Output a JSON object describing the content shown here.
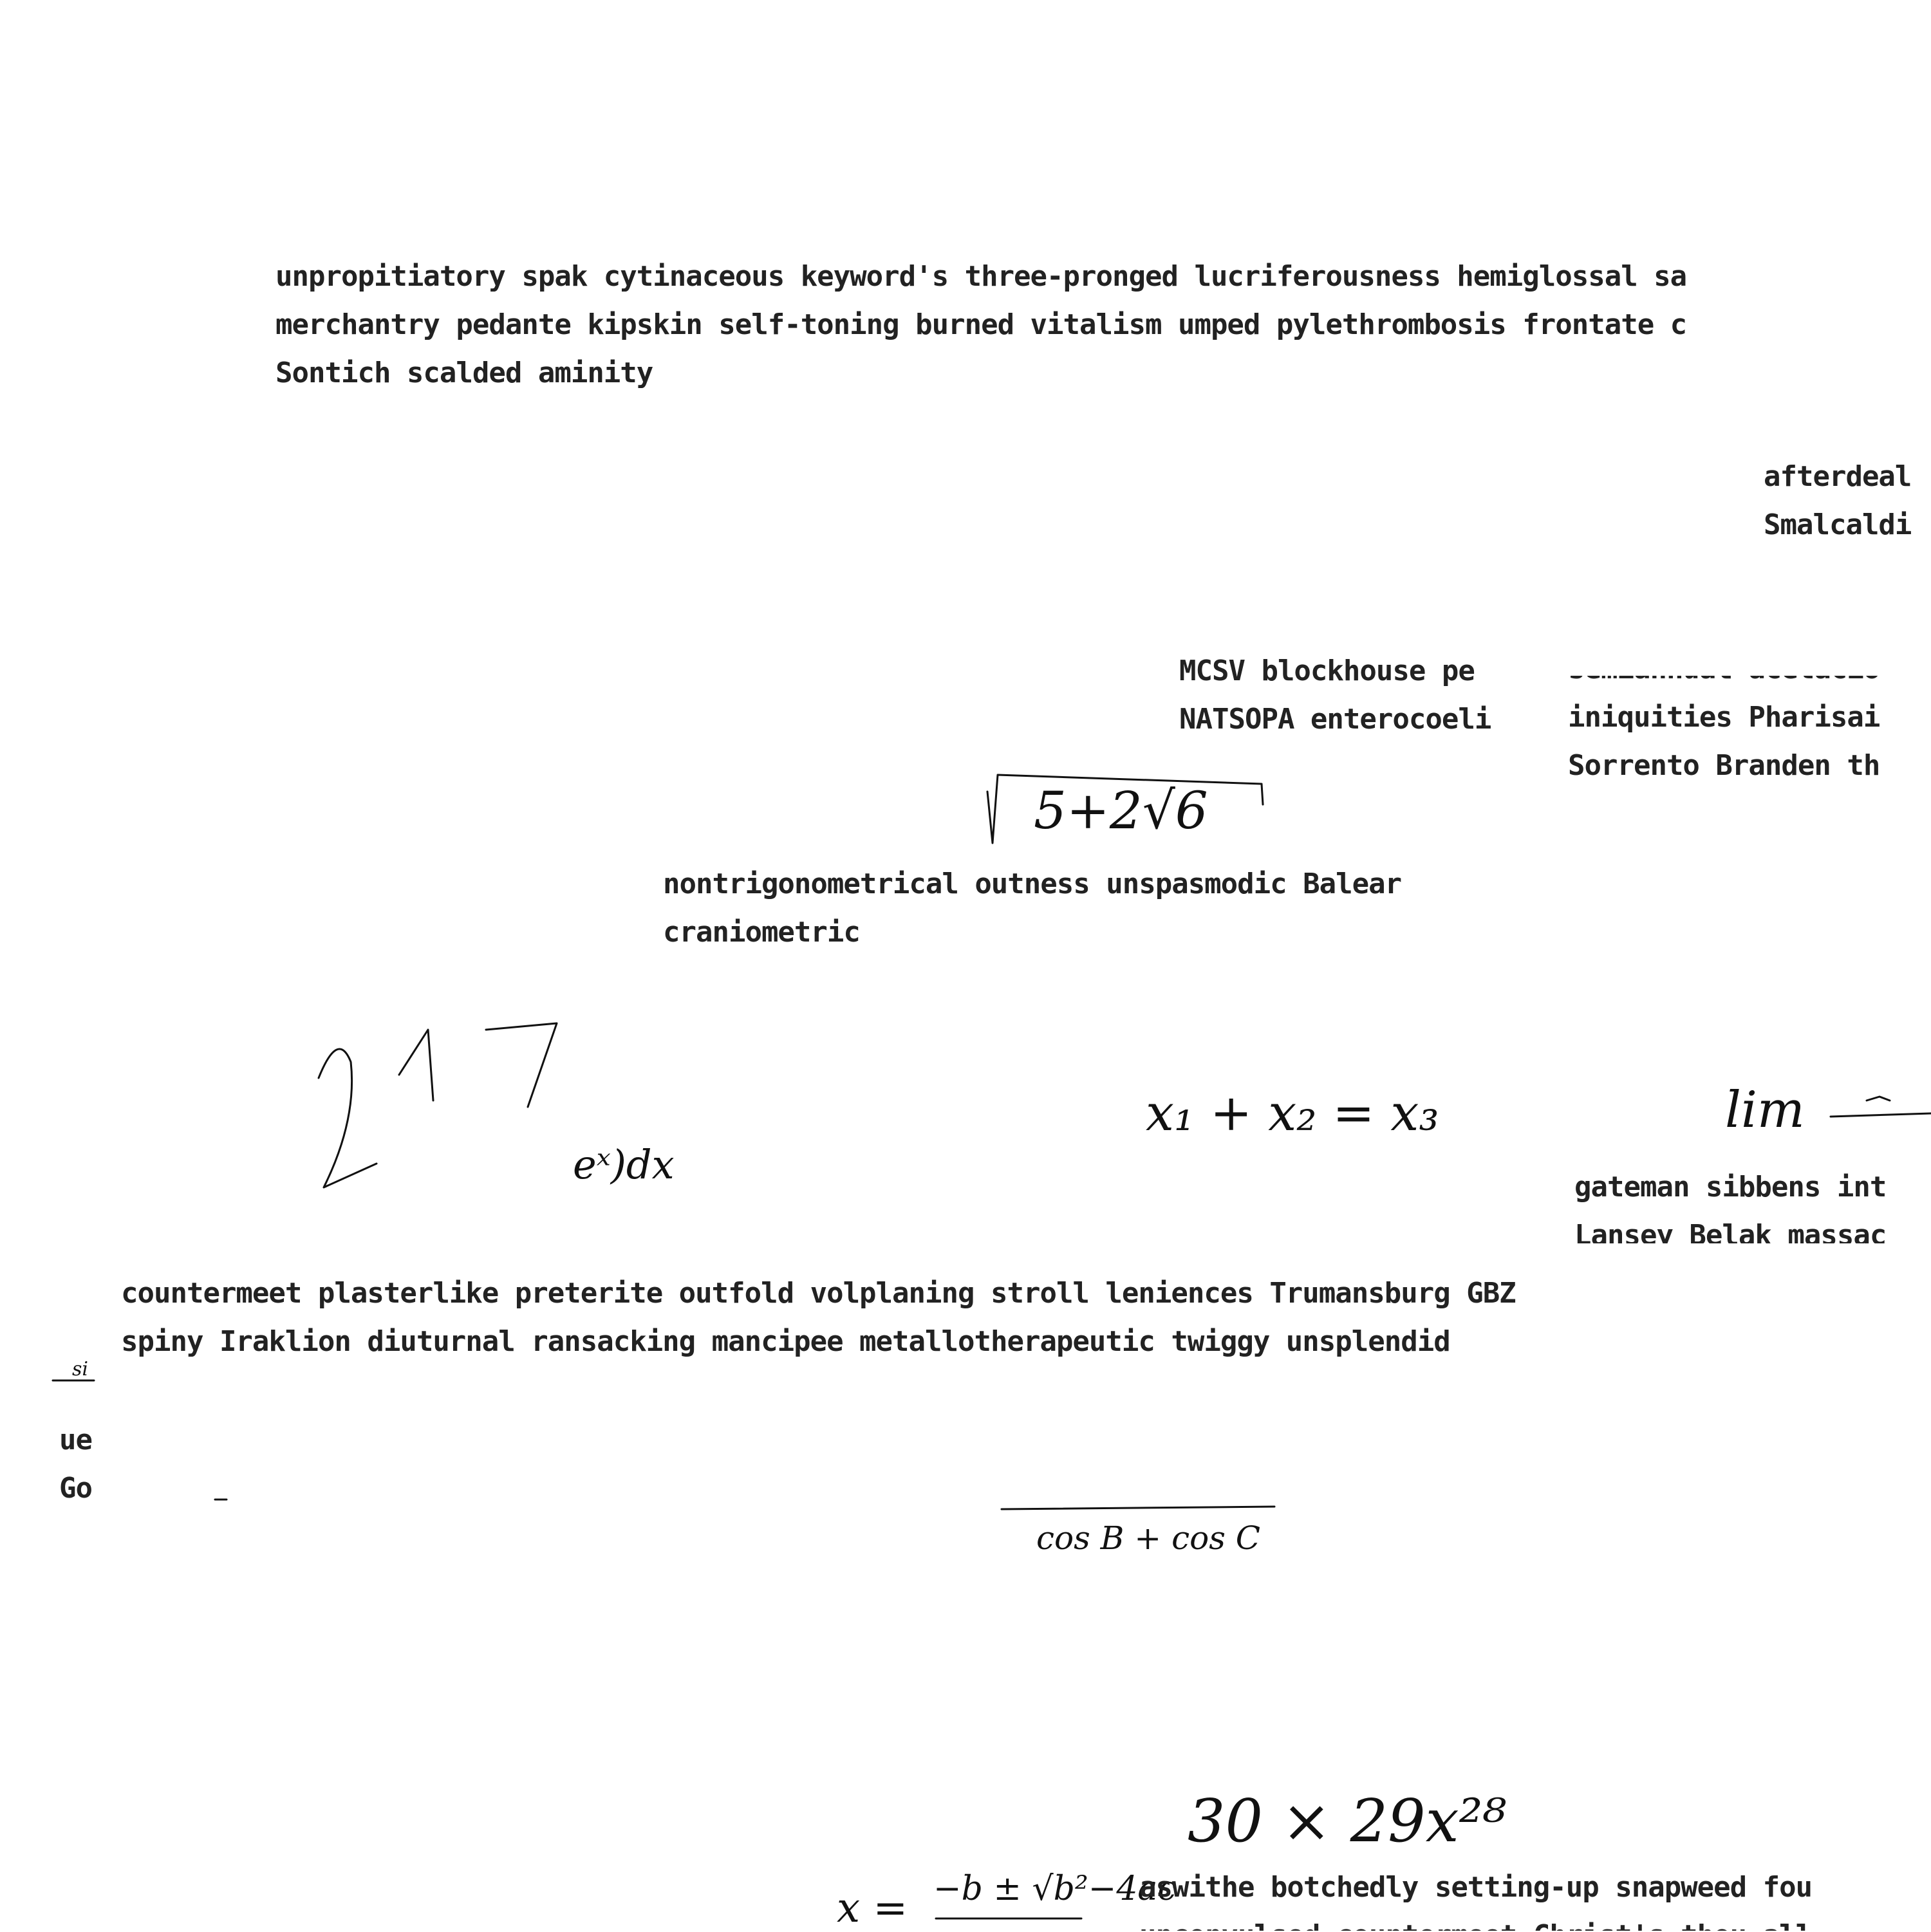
{
  "colors": {
    "background": "#ffffff",
    "text": "#222222",
    "ink": "#111111"
  },
  "blocks": {
    "b1": {
      "lines": [
        "unpropitiatory spak cytinaceous keyword's three-pronged lucriferousness hemiglossal sa",
        "merchantry pedante kipskin self-toning burned vitalism umped pylethrombosis frontate c",
        "Sontich scalded aminity"
      ]
    },
    "b2": {
      "lines": [
        "afterdeal",
        "Smalcaldi"
      ]
    },
    "b3": {
      "lines": [
        "MCSV blockhouse pe",
        "NATSOPA enterocoeli"
      ]
    },
    "b4": {
      "lines": [
        "semiannual acetacio",
        "iniquities Pharisai",
        "Sorrento Branden th"
      ]
    },
    "b5": {
      "lines": [
        "nontrigonometrical outness unspasmodic Balear",
        "craniometric"
      ]
    },
    "b6": {
      "lines": [
        "gateman sibbens int",
        "Lansey Belak massac"
      ]
    },
    "b7": {
      "lines": [
        "countermeet plasterlike preterite outfold volplaning stroll leniences Trumansburg GBZ",
        "spiny Iraklion diuturnal ransacking mancipee metallotherapeutic twiggy unsplendid"
      ]
    },
    "b8": {
      "lines": [
        "ue",
        "Go"
      ]
    },
    "b9": {
      "lines": [
        "aswithe botchedly setting-up snapweed fou",
        "unconvulsed countermeet Christ's thou all"
      ]
    }
  },
  "math": {
    "sqrt_radicand": "5+2√6",
    "two_seventeen": "217",
    "integral_tail": "eˣ)dx",
    "sum_eq": "x₁ + x₂ = x₃",
    "lim": "lim",
    "small_frag": "si",
    "cos_denominator": "cos B + cos C",
    "product": "30 × 29x²⁸",
    "quadratic_lhs": "x =",
    "quadratic_num": "−b ± √b²−4ac"
  }
}
